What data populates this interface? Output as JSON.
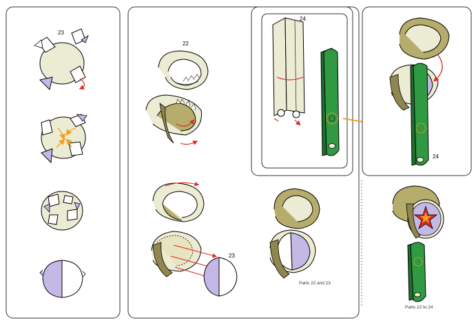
{
  "colors": {
    "cream": "#ecebd3",
    "khaki": "#b6ad6c",
    "khaki_dark": "#8f874d",
    "lavender": "#c4b9e6",
    "green": "#2f9a42",
    "green_dark": "#1e6f2f",
    "red": "#e02a24",
    "orange": "#f2a11f",
    "outline": "#000000"
  },
  "panels": {
    "steps_column": {
      "part_number": "23"
    },
    "assembly_22": {
      "part_number_top": "22",
      "part_number_bottom": "23"
    },
    "parts_24": {
      "part_number": "24"
    },
    "final": {
      "part_number": "24"
    }
  },
  "captions": {
    "parts_22_23": "Parts 22 and 23",
    "parts_22_24": "Parts 22 to 24"
  },
  "icons": [
    "red-rotation-arrow",
    "orange-fold-arrow",
    "orange-attach-arrow",
    "star-emblem"
  ]
}
